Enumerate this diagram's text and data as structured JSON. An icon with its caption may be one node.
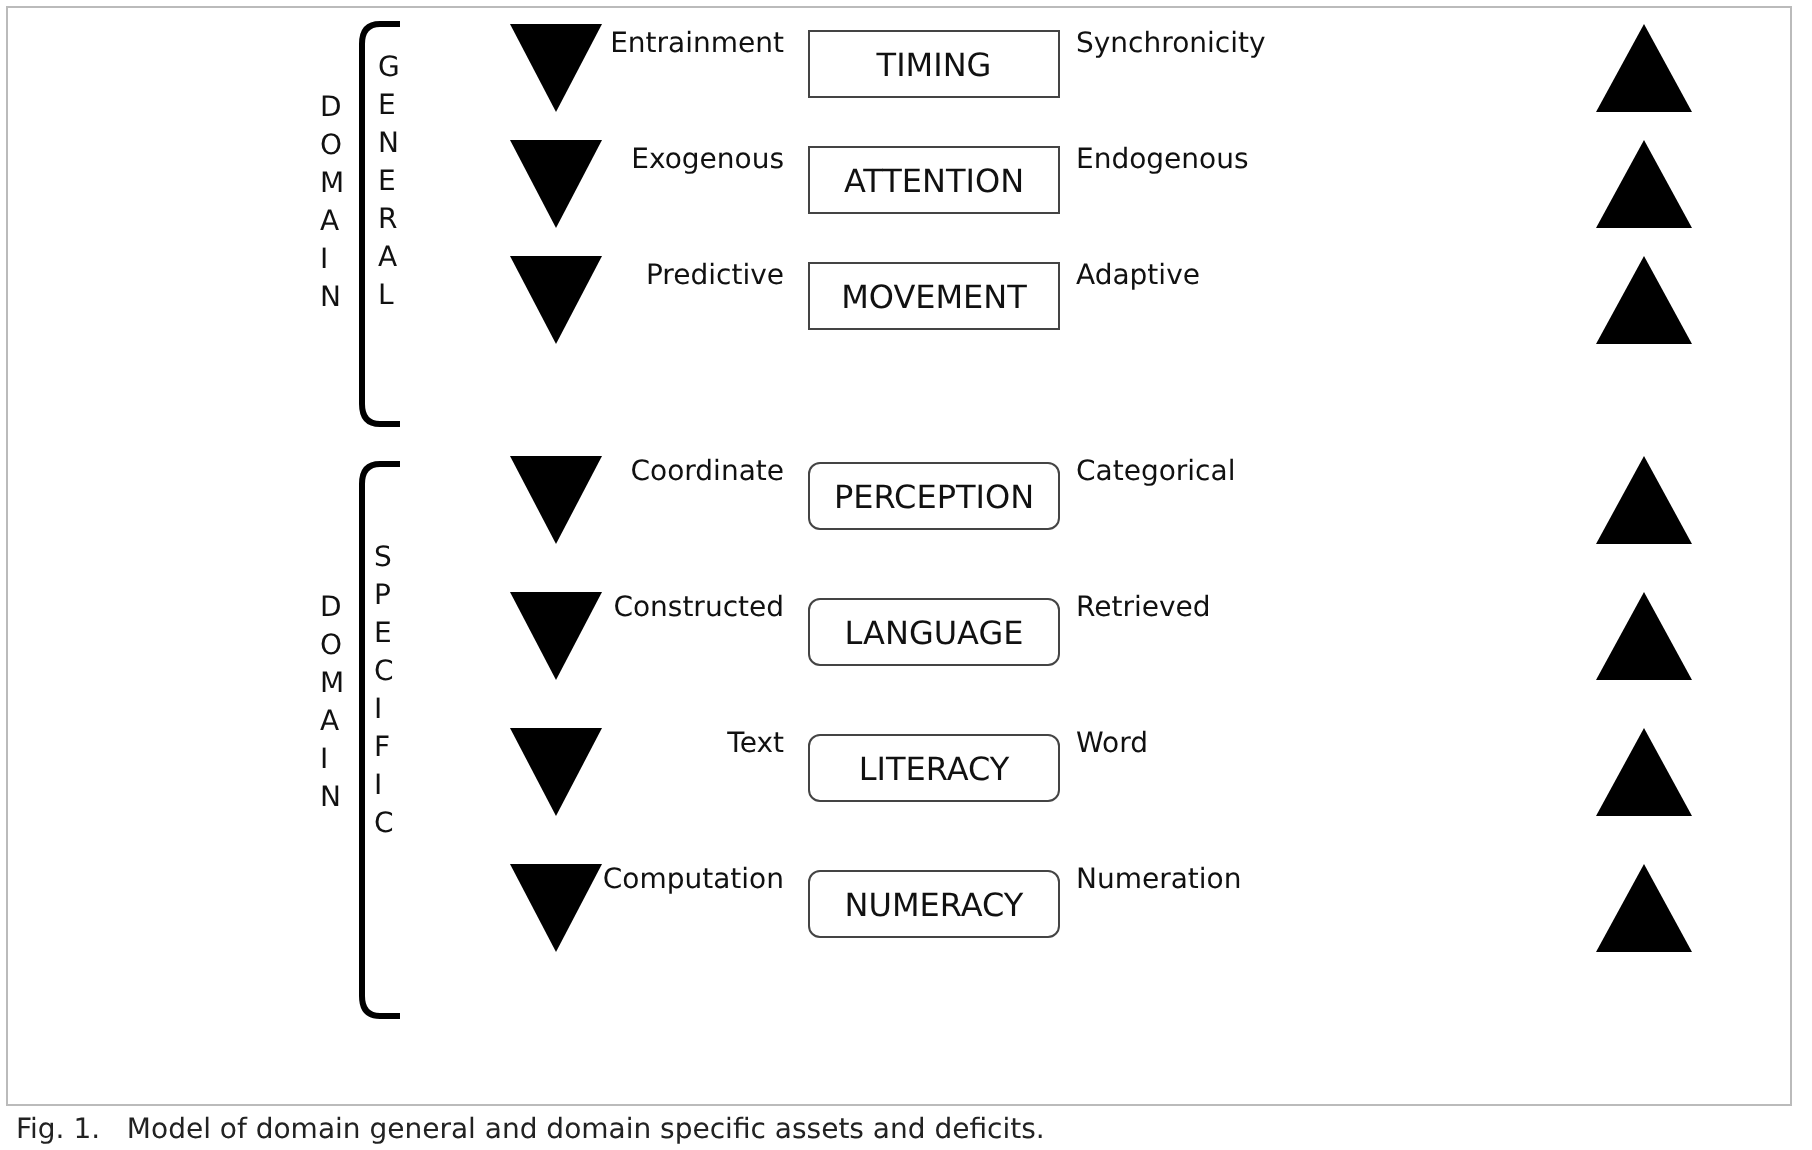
{
  "diagram": {
    "caption": "Fig. 1.   Model of domain general and domain specific assets and deficits.",
    "nodes": [
      {
        "text": [
          "TIMING"
        ],
        "beside": [
          "Entrainment",
          "Synchronicity"
        ]
      },
      {
        "text": [
          "ATTENTION"
        ],
        "beside": [
          "Exogenous",
          "Endogenous"
        ]
      },
      {
        "text": [
          "MOVEMENT"
        ],
        "beside": [
          "Predictive",
          "Adaptive"
        ]
      },
      {
        "text": [
          "PERCEPTION"
        ],
        "beside": [
          "Coordinate",
          "Categorical"
        ]
      },
      {
        "text": [
          "LANGUAGE"
        ],
        "beside": [
          "Constructed",
          "Retrieved"
        ]
      },
      {
        "text": [
          "LITERACY"
        ],
        "beside": [
          "Text",
          "Word"
        ]
      },
      {
        "text": [
          "NUMERACY"
        ],
        "beside": [
          "Computation",
          "Numeration"
        ]
      }
    ],
    "edges": [],
    "labels": [
      "DOMAIN",
      "GENERAL",
      "DOMAIN",
      "SPECIFIC"
    ]
  }
}
